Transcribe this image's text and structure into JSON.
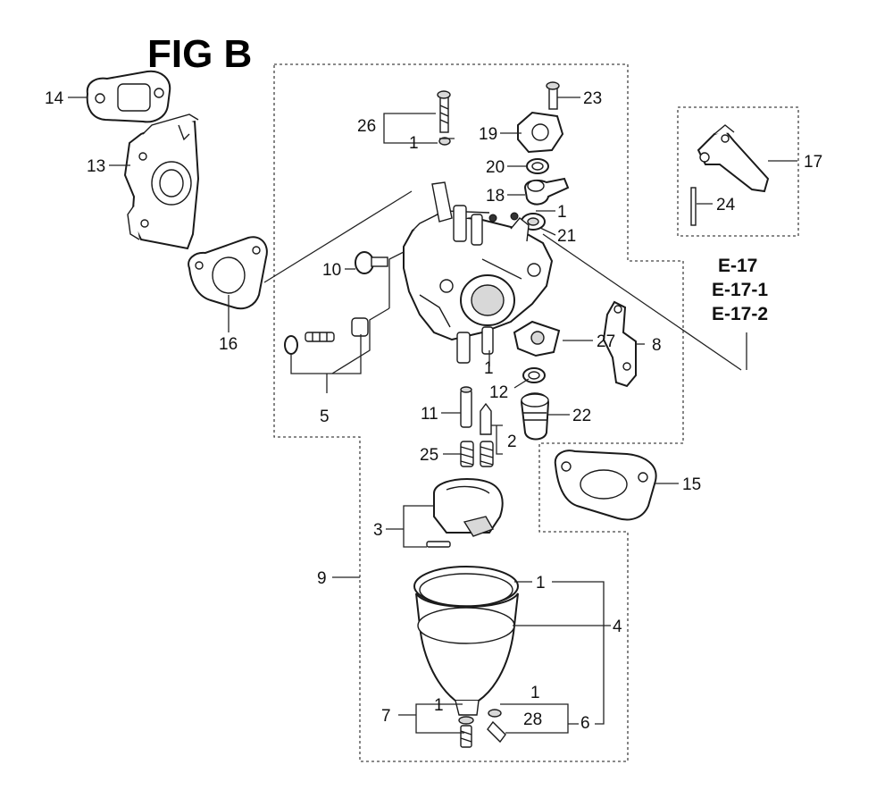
{
  "title": "FIG B",
  "reference_codes": [
    "E-17",
    "E-17-1",
    "E-17-2"
  ],
  "callouts": {
    "c1a": "1",
    "c1b": "1",
    "c1c": "1",
    "c1d": "1",
    "c1e": "1",
    "c1f": "1",
    "c2": "2",
    "c3": "3",
    "c4": "4",
    "c5": "5",
    "c6": "6",
    "c7": "7",
    "c8": "8",
    "c9": "9",
    "c10": "10",
    "c11": "11",
    "c12": "12",
    "c13": "13",
    "c14": "14",
    "c15": "15",
    "c16": "16",
    "c17": "17",
    "c18": "18",
    "c19": "19",
    "c20": "20",
    "c21": "21",
    "c22": "22",
    "c23": "23",
    "c24": "24",
    "c25": "25",
    "c26": "26",
    "c27": "27",
    "c28": "28"
  }
}
